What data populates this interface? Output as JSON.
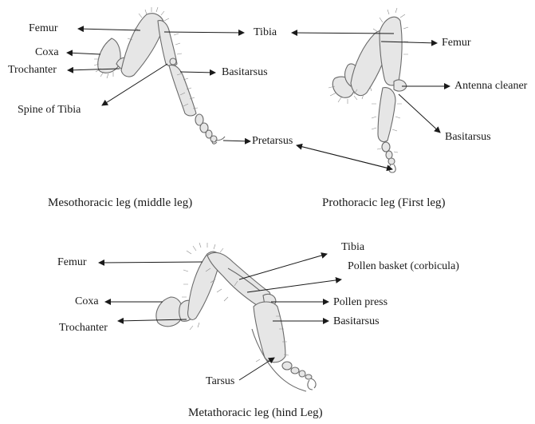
{
  "diagram": {
    "colors": {
      "ink": "#1a1a1a",
      "leg_fill": "#e6e6e6",
      "leg_stroke": "#6a6a6a",
      "hair": "#8a8a8a",
      "background": "#ffffff"
    },
    "mesothoracic": {
      "caption": "Mesothoracic leg (middle leg)",
      "labels": {
        "femur": "Femur",
        "coxa": "Coxa",
        "trochanter": "Trochanter",
        "spine_of_tibia": "Spine of Tibia",
        "tibia": "Tibia",
        "basitarsus": "Basitarsus",
        "pretarsus": "Pretarsus"
      }
    },
    "prothoracic": {
      "caption": "Prothoracic leg (First leg)",
      "labels": {
        "femur": "Femur",
        "antenna_cleaner": "Antenna cleaner",
        "basitarsus": "Basitarsus"
      }
    },
    "metathoracic": {
      "caption": "Metathoracic leg (hind Leg)",
      "labels": {
        "femur": "Femur",
        "coxa": "Coxa",
        "trochanter": "Trochanter",
        "tarsus": "Tarsus",
        "tibia": "Tibia",
        "pollen_basket": "Pollen basket (corbicula)",
        "pollen_press": "Pollen press",
        "basitarsus": "Basitarsus"
      }
    }
  }
}
